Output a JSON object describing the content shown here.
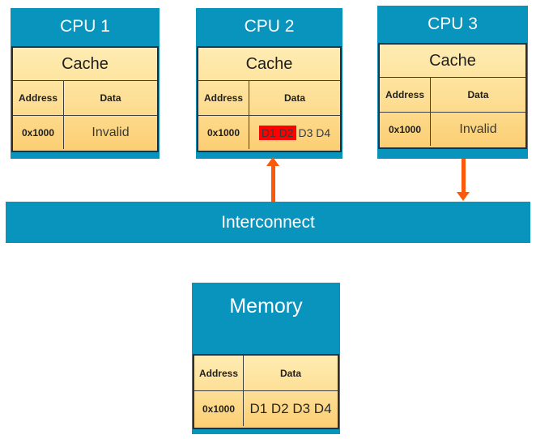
{
  "colors": {
    "box_blue": "#0894BD",
    "cell_gold_top": "#FEECB2",
    "cell_gold_bottom": "#FCCE73",
    "arrow_orange": "#FA5A0A",
    "highlight_red": "#FF0000",
    "table_border": "#2E2E2E",
    "text_dark": "#3A3A3A",
    "title_white": "#FFFFFF"
  },
  "cpus": [
    {
      "title": "CPU 1",
      "cache_label": "Cache",
      "address_header": "Address",
      "data_header": "Data",
      "address_value": "0x1000",
      "data_highlighted": "",
      "data_normal": "Invalid"
    },
    {
      "title": "CPU 2",
      "cache_label": "Cache",
      "address_header": "Address",
      "data_header": "Data",
      "address_value": "0x1000",
      "data_highlighted": "D1 D2",
      "data_normal": "D3 D4"
    },
    {
      "title": "CPU 3",
      "cache_label": "Cache",
      "address_header": "Address",
      "data_header": "Data",
      "address_value": "0x1000",
      "data_highlighted": "",
      "data_normal": "Invalid"
    }
  ],
  "connectors": [
    {
      "name": "cpu2-to-interconnect",
      "direction": "up"
    },
    {
      "name": "cpu3-to-interconnect",
      "direction": "down"
    }
  ],
  "interconnect": {
    "label": "Interconnect"
  },
  "memory": {
    "title": "Memory",
    "address_header": "Address",
    "data_header": "Data",
    "address_value": "0x1000",
    "data_value": "D1 D2 D3 D4"
  }
}
